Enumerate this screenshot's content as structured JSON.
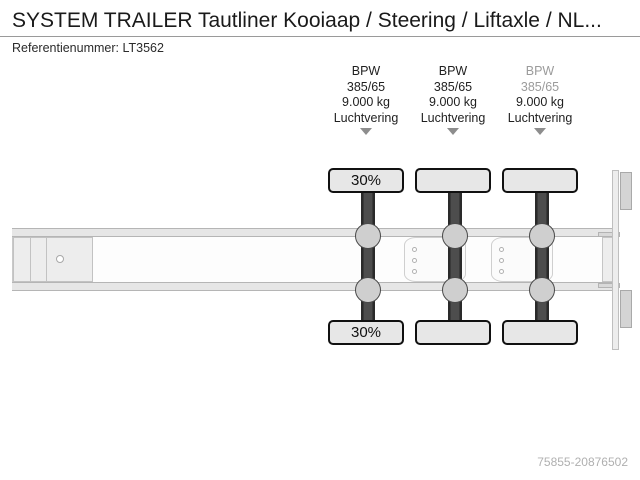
{
  "header": {
    "title": "SYSTEM TRAILER Tautliner Kooiaap / Steering / Liftaxle / NL...",
    "reference_label": "Referentienummer: LT3562"
  },
  "axles": [
    {
      "brand": "BPW",
      "tyre_size": "385/65",
      "capacity": "9.000 kg",
      "suspension": "Luchtvering",
      "tread_top": "30%",
      "tread_bottom": "30%",
      "dimmed": false
    },
    {
      "brand": "BPW",
      "tyre_size": "385/65",
      "capacity": "9.000 kg",
      "suspension": "Luchtvering",
      "tread_top": "",
      "tread_bottom": "",
      "dimmed": false
    },
    {
      "brand": "BPW",
      "tyre_size": "385/65",
      "capacity": "9.000 kg",
      "suspension": "Luchtvering",
      "tread_top": "",
      "tread_bottom": "",
      "dimmed": true
    }
  ],
  "diagram": {
    "view": "trailer-side-top-schematic",
    "kingpin_icon": "kingpin-circle-icon",
    "arrow_icon": "caret-down-icon"
  },
  "watermark": {
    "id_text": "75855-20876502"
  },
  "colors": {
    "page_background": "#ffffff",
    "title_text": "#1a1a1a",
    "rule": "#9a9a9a",
    "axle_dark": "#3a3a3a",
    "hub_fill": "#cfcfcf",
    "rail_fill": "#e6e6e6",
    "dimmed_text": "#9b9b9b",
    "watermark_text": "#b0b0b0",
    "caret": "#8d8d8d"
  }
}
